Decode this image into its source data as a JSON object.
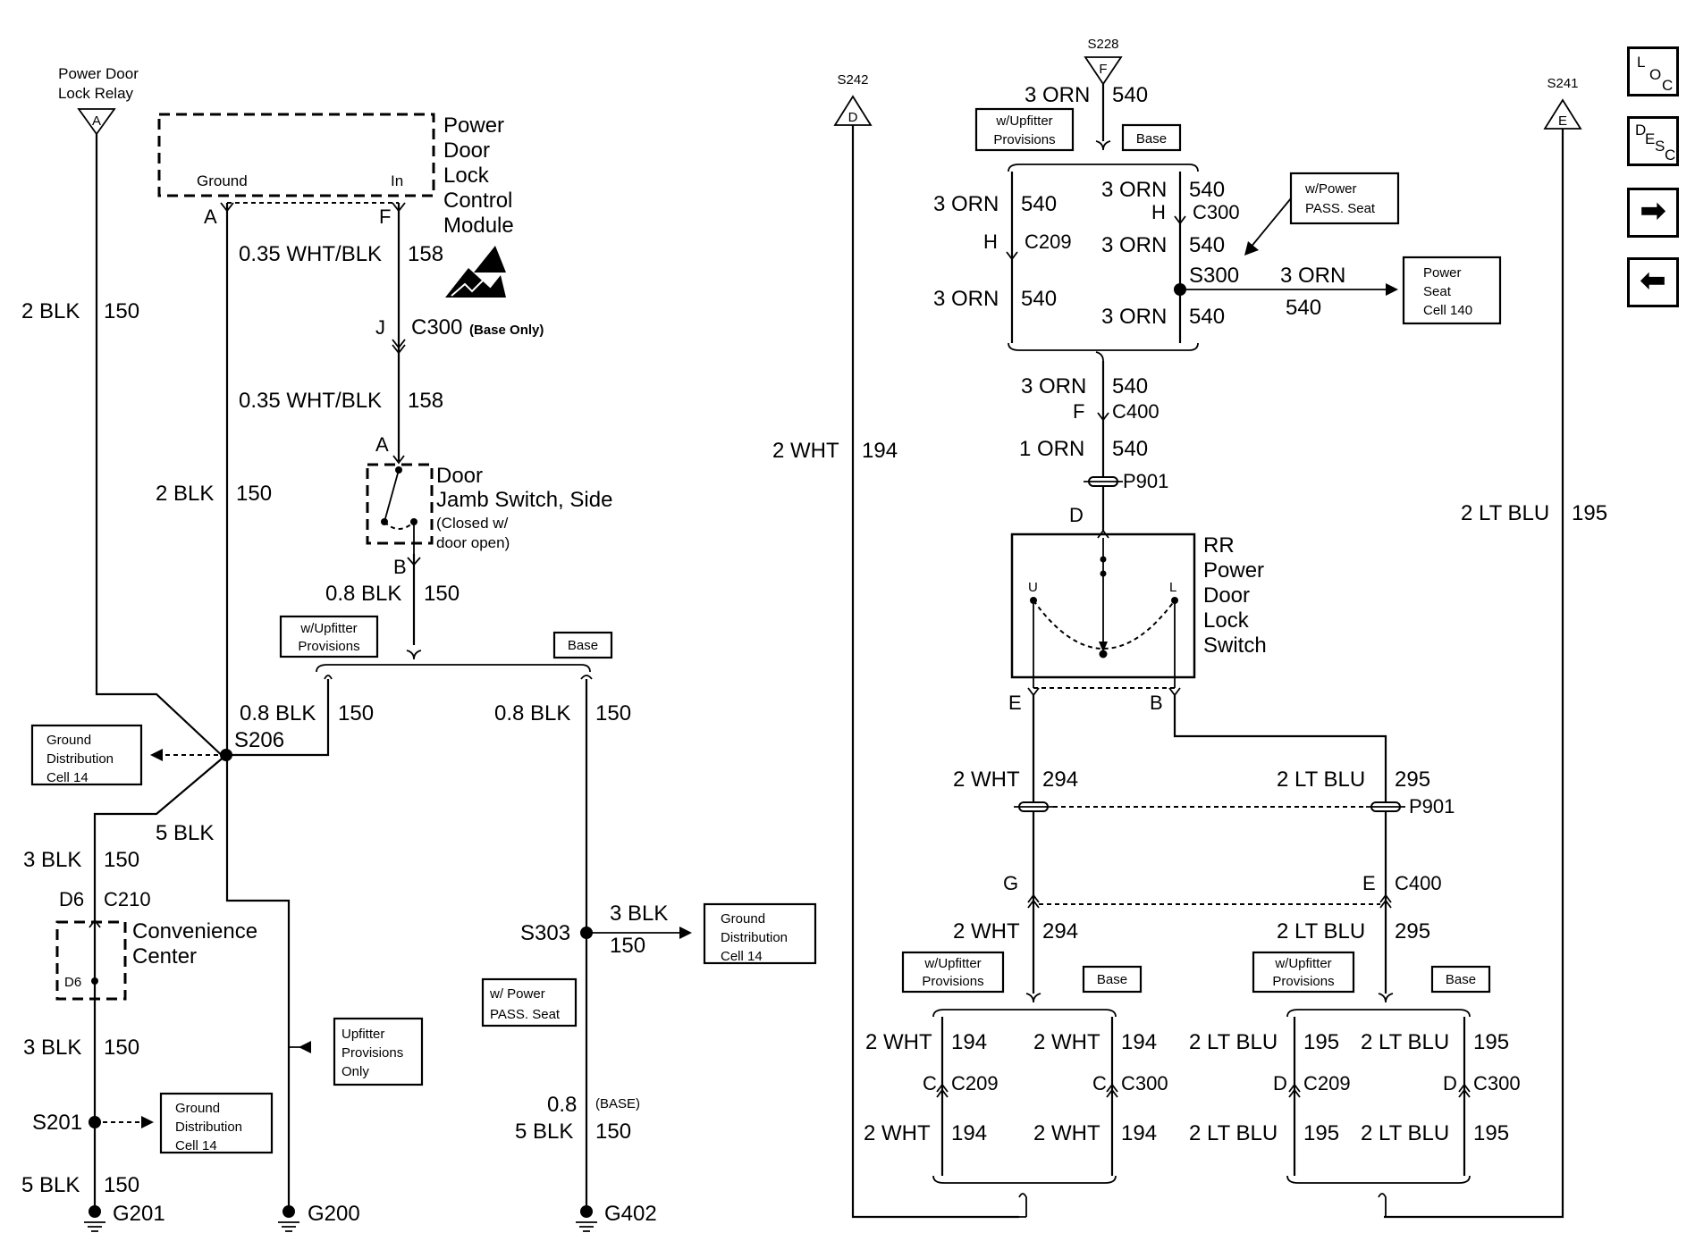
{
  "nav": {
    "loc": {
      "l1": "L",
      "l2": "O",
      "l3": "C"
    },
    "desc": {
      "l1": "D",
      "l2": "E",
      "l3": "S",
      "l4": "C"
    },
    "next_glyph": "➡",
    "prev_glyph": "⬅",
    "next_icon": "arrow-right-icon",
    "prev_icon": "arrow-left-icon"
  },
  "left": {
    "relay": {
      "l1": "Power Door",
      "l2": "Lock Relay",
      "pin": "A"
    },
    "module": {
      "l1": "Power",
      "l2": "Door",
      "l3": "Lock",
      "l4": "Control",
      "l5": "Module",
      "ground": "Ground",
      "in": "In",
      "pinA": "A",
      "pinF": "F"
    },
    "w1": {
      "gauge": "2 BLK",
      "circuit": "150"
    },
    "w2": {
      "gauge": "0.35 WHT/BLK",
      "circuit": "158"
    },
    "c300": {
      "pin": "J",
      "name": "C300",
      "note": "(Base Only)"
    },
    "w3": {
      "gauge": "0.35 WHT/BLK",
      "circuit": "158"
    },
    "w4": {
      "gauge": "2 BLK",
      "circuit": "150"
    },
    "jamb": {
      "pinA": "A",
      "l1": "Door",
      "l2": "Jamb Switch, Side",
      "l3": "(Closed w/",
      "l4": "door open)",
      "pinB": "B"
    },
    "w5": {
      "gauge": "0.8 BLK",
      "circuit": "150"
    },
    "opt1": {
      "l1": "w/Upfitter",
      "l2": "Provisions"
    },
    "opt2": "Base",
    "w6": {
      "gauge": "0.8 BLK",
      "circuit": "150"
    },
    "w7": {
      "gauge": "0.8 BLK",
      "circuit": "150"
    },
    "s206": "S206",
    "gd1": {
      "l1": "Ground",
      "l2": "Distribution",
      "l3": "Cell 14"
    },
    "w8": {
      "gauge": "5 BLK"
    },
    "w9": {
      "gauge": "3 BLK",
      "circuit": "150"
    },
    "c210": {
      "pin": "D6",
      "name": "C210"
    },
    "conv": {
      "l1": "Convenience",
      "l2": "Center",
      "pin": "D6"
    },
    "w10": {
      "gauge": "3 BLK",
      "circuit": "150"
    },
    "s201": "S201",
    "gd2": {
      "l1": "Ground",
      "l2": "Distribution",
      "l3": "Cell 14"
    },
    "w11": {
      "gauge": "5 BLK",
      "circuit": "150"
    },
    "g201": "G201",
    "g200": "G200",
    "upf": {
      "l1": "Upfitter",
      "l2": "Provisions",
      "l3": "Only"
    },
    "s303": "S303",
    "w12": {
      "gauge": "3 BLK",
      "circuit": "150"
    },
    "gd3": {
      "l1": "Ground",
      "l2": "Distribution",
      "l3": "Cell 14"
    },
    "wpass": {
      "l1": "w/ Power",
      "l2": "PASS. Seat"
    },
    "w13": {
      "g1": "0.8",
      "g2": "5 BLK",
      "note": "(BASE)",
      "circuit": "150"
    },
    "g402": "G402"
  },
  "right": {
    "s242": {
      "name": "S242",
      "pin": "D"
    },
    "s228": {
      "name": "S228",
      "pin": "F"
    },
    "s241": {
      "name": "S241",
      "pin": "E"
    },
    "w194": {
      "gauge": "2 WHT",
      "circuit": "194"
    },
    "w195": {
      "gauge": "2 LT BLU",
      "circuit": "195"
    },
    "top": {
      "gauge": "3 ORN",
      "circuit": "540"
    },
    "opt_up": {
      "l1": "w/Upfitter",
      "l2": "Provisions"
    },
    "opt_base": "Base",
    "c209": {
      "g1": "3 ORN",
      "c1": "540",
      "pin": "H",
      "name": "C209",
      "g2": "3 ORN",
      "c2": "540"
    },
    "c300": {
      "g1": "3 ORN",
      "c1": "540",
      "pin": "H",
      "name": "C300",
      "g2": "3 ORN",
      "c2": "540",
      "g3": "3 ORN",
      "c3": "540"
    },
    "wpass": {
      "l1": "w/Power",
      "l2": "PASS. Seat"
    },
    "s300": "S300",
    "seatw": {
      "gauge": "3 ORN",
      "circuit": "540"
    },
    "seat": {
      "l1": "Power",
      "l2": "Seat",
      "l3": "Cell 140"
    },
    "mid": {
      "g1": "3 ORN",
      "c1": "540",
      "pin": "F",
      "name": "C400",
      "g2": "1 ORN",
      "c2": "540",
      "p901": "P901",
      "pinD": "D"
    },
    "rr": {
      "l1": "RR",
      "l2": "Power",
      "l3": "Door",
      "l4": "Lock",
      "l5": "Switch",
      "u": "U",
      "lo": "L",
      "pinE": "E",
      "pinB": "B"
    },
    "w294a": {
      "gauge": "2 WHT",
      "circuit": "294"
    },
    "w295a": {
      "gauge": "2 LT BLU",
      "circuit": "295"
    },
    "p901b": "P901",
    "c400b": {
      "pinG": "G",
      "pinE": "E",
      "name": "C400"
    },
    "w294b": {
      "gauge": "2 WHT",
      "circuit": "294"
    },
    "w295b": {
      "gauge": "2 LT BLU",
      "circuit": "295"
    },
    "opt_up2": {
      "l1": "w/Upfitter",
      "l2": "Provisions"
    },
    "opt_base2": "Base",
    "opt_up3": {
      "l1": "w/Upfitter",
      "l2": "Provisions"
    },
    "opt_base3": "Base",
    "b1": {
      "g1": "2 WHT",
      "c1": "194",
      "pin": "C",
      "name": "C209",
      "g2": "2 WHT",
      "c2": "194"
    },
    "b2": {
      "g1": "2 WHT",
      "c1": "194",
      "pin": "C",
      "name": "C300",
      "g2": "2 WHT",
      "c2": "194"
    },
    "b3": {
      "g1": "2 LT BLU",
      "c1": "195",
      "pin": "D",
      "name": "C209",
      "g2": "2 LT BLU",
      "c2": "195"
    },
    "b4": {
      "g1": "2 LT BLU",
      "c1": "195",
      "pin": "D",
      "name": "C300",
      "g2": "2 LT BLU",
      "c2": "195"
    }
  }
}
